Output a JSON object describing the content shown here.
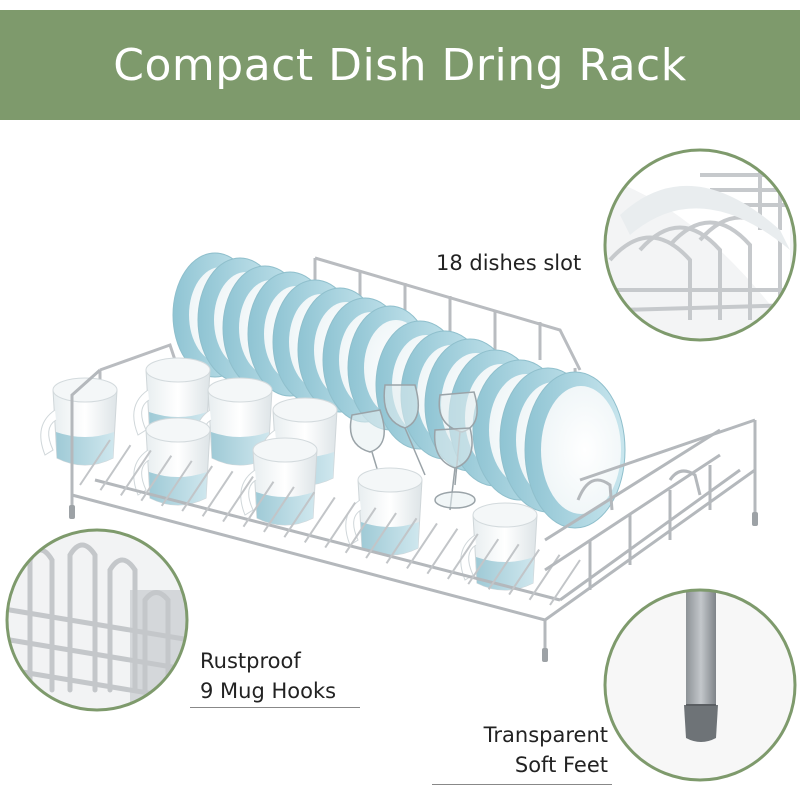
{
  "banner": {
    "title": "Compact Dish Dring Rack",
    "background": "#7e9a6c",
    "text_color": "#ffffff"
  },
  "callouts": {
    "slots": "18 dishes slot",
    "hooks_line1": "Rustproof",
    "hooks_line2": "9 Mug Hooks",
    "feet_line1": "Transparent",
    "feet_line2": "Soft Feet"
  },
  "colors": {
    "accent_ring": "#7e9a6c",
    "plate_blue": "#a9d3de",
    "rack_metal": "#b9bcc0"
  }
}
